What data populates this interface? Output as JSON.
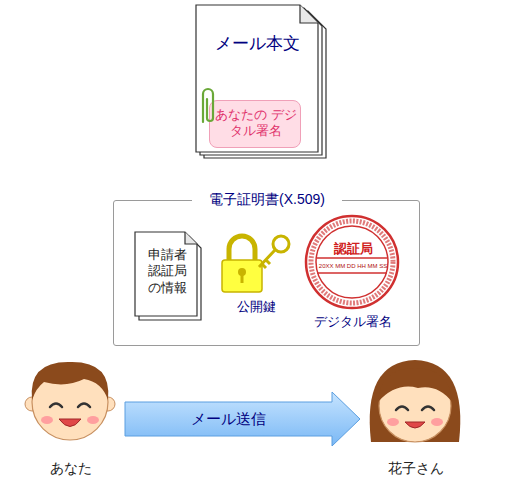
{
  "diagram": {
    "nodes": [
      {
        "text": [
          "メール本文"
        ]
      },
      {
        "text": [
          "あなたの デジタル署名"
        ],
        "in": 0
      },
      {
        "text": [
          "電子証明書(X.509)"
        ]
      },
      {
        "text": [
          "申請者 認証局 の情報"
        ],
        "in": 2
      },
      {
        "text": [
          "公開鍵"
        ],
        "in": 2
      },
      {
        "text": [
          "認証局",
          "20XX MM DD HH MM SS",
          "デジタル署名"
        ],
        "in": 2
      },
      {
        "text": [
          "あなた"
        ]
      },
      {
        "text": [
          "花子さん"
        ]
      }
    ],
    "edges": [
      {
        "from": 6,
        "to": 7,
        "label": "メール送信",
        "arrow": "to"
      }
    ]
  }
}
